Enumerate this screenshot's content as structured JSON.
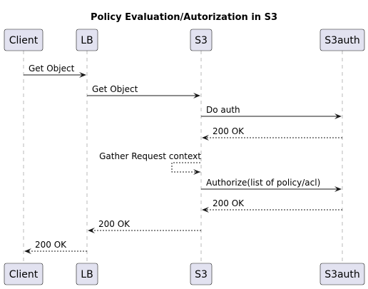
{
  "title": "Policy Evaluation/Autorization in S3",
  "participants": [
    {
      "id": "client",
      "label": "Client"
    },
    {
      "id": "lb",
      "label": "LB"
    },
    {
      "id": "s3",
      "label": "S3"
    },
    {
      "id": "s3auth",
      "label": "S3auth"
    }
  ],
  "messages": [
    {
      "from": "client",
      "to": "lb",
      "label": "Get Object",
      "style": "solid"
    },
    {
      "from": "lb",
      "to": "s3",
      "label": "Get Object",
      "style": "solid"
    },
    {
      "from": "s3",
      "to": "s3auth",
      "label": "Do auth",
      "style": "solid"
    },
    {
      "from": "s3auth",
      "to": "s3",
      "label": "200 OK",
      "style": "dashed"
    },
    {
      "from": "s3",
      "to": "s3",
      "label": "Gather Request context",
      "style": "dashed"
    },
    {
      "from": "s3",
      "to": "s3auth",
      "label": "Authorize(list of policy/acl)",
      "style": "solid"
    },
    {
      "from": "s3auth",
      "to": "s3",
      "label": "200 OK",
      "style": "dashed"
    },
    {
      "from": "s3",
      "to": "lb",
      "label": "200 OK",
      "style": "dashed"
    },
    {
      "from": "lb",
      "to": "client",
      "label": "200 OK",
      "style": "dashed"
    }
  ],
  "colors": {
    "participant_fill": "#e2e2f0",
    "line": "#181818",
    "lifeline": "#b8b8b8"
  }
}
